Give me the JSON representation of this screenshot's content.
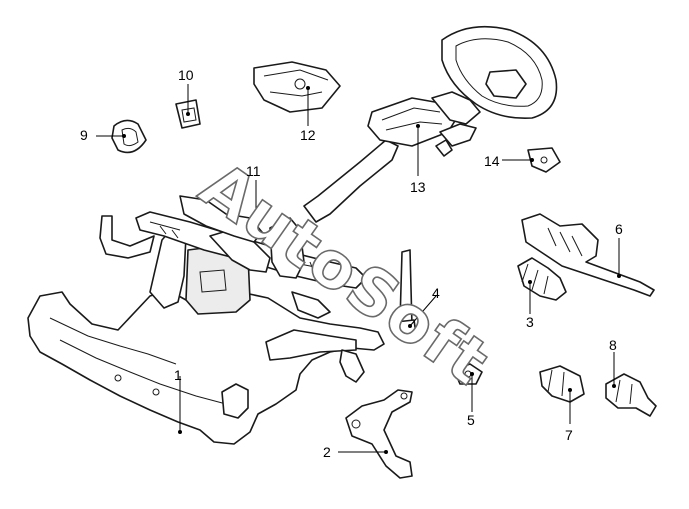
{
  "callouts": [
    {
      "id": "1",
      "text": "1"
    },
    {
      "id": "2",
      "text": "2"
    },
    {
      "id": "3",
      "text": "3"
    },
    {
      "id": "4",
      "text": "4"
    },
    {
      "id": "5",
      "text": "5"
    },
    {
      "id": "6",
      "text": "6"
    },
    {
      "id": "7",
      "text": "7"
    },
    {
      "id": "8",
      "text": "8"
    },
    {
      "id": "9",
      "text": "9"
    },
    {
      "id": "10",
      "text": "10"
    },
    {
      "id": "11",
      "text": "11"
    },
    {
      "id": "12",
      "text": "12"
    },
    {
      "id": "13",
      "text": "13"
    },
    {
      "id": "14",
      "text": "14"
    }
  ],
  "watermark": {
    "text": "AutoSoft"
  }
}
